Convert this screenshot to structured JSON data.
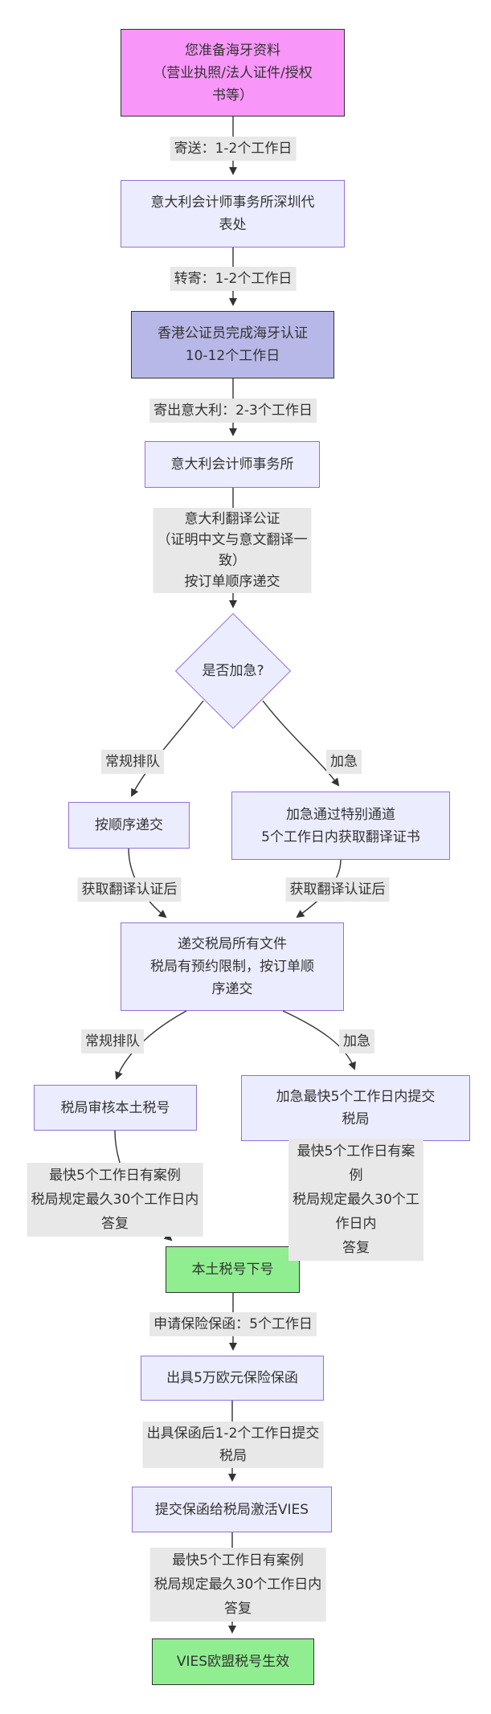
{
  "colors": {
    "start_fill": "#f996f9",
    "node_fill": "#ececff",
    "node_border": "#9370db",
    "highlight_fill": "#b8b8e8",
    "success_fill": "#90ee90",
    "dark_border": "#333333",
    "edge_label_bg": "#e8e8e8",
    "line": "#333333"
  },
  "nodes": {
    "prepare": "您准备海牙资料\n（营业执照/法人证件/授权\n书等）",
    "shenzhen_office": "意大利会计师事务所深圳代\n表处",
    "hk_notary": "香港公证员完成海牙认证\n10-12个工作日",
    "italy_firm": "意大利会计师事务所",
    "is_urgent": "是否加急?",
    "queue_submit": "按顺序递交",
    "urgent_channel": "加急通过特别通道\n5个工作日内获取翻译证书",
    "submit_tax_office": "递交税局所有文件\n税局有预约限制，按订单顺\n序递交",
    "tax_review": "税局审核本土税号",
    "urgent_submit": "加急最快5个工作日内提交\n税局",
    "local_tax_id": "本土税号下号",
    "bank_guarantee": "出具5万欧元保险保函",
    "activate_vies": "提交保函给税局激活VIES",
    "vies_active": "VIES欧盟税号生效"
  },
  "edge_labels": {
    "send": "寄送：1-2个工作日",
    "forward": "转寄：1-2个工作日",
    "mail_italy": "寄出意大利：2-3个工作日",
    "translation": "意大利翻译公证\n（证明中文与意文翻译一\n致）\n按订单顺序递交",
    "regular_1": "常规排队",
    "urgent_1": "加急",
    "after_cert_left": "获取翻译认证后",
    "after_cert_right": "获取翻译认证后",
    "regular_2": "常规排队",
    "urgent_2": "加急",
    "reply_left": "最快5个工作日有案例\n税局规定最久30个工作日内\n答复",
    "reply_right": "最快5个工作日有案例\n税局规定最久30个工作日内\n答复",
    "apply_guarantee": "申请保险保函：5个工作日",
    "submit_guarantee": "出具保函后1-2个工作日提交\n税局",
    "reply_final": "最快5个工作日有案例\n税局规定最久30个工作日内\n答复"
  }
}
